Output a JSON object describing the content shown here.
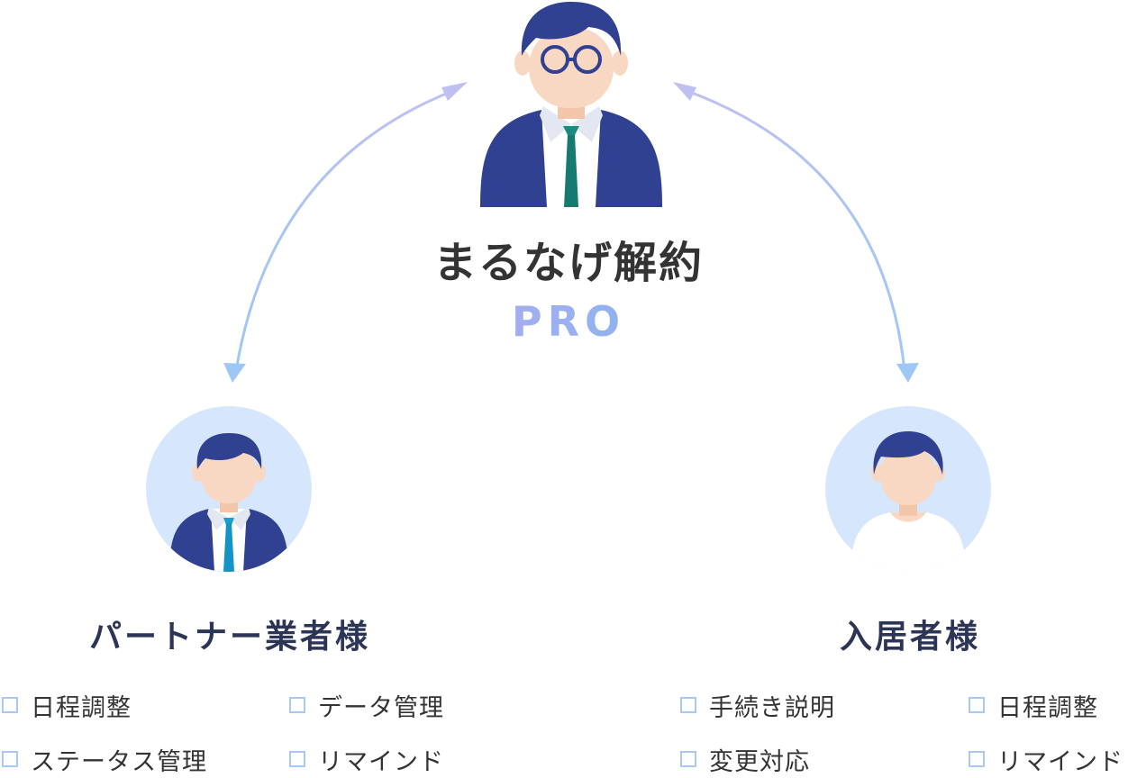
{
  "center": {
    "title": "まるなげ解約",
    "subtitle": "PRO"
  },
  "partner": {
    "title": "パートナー業者様",
    "tasks": [
      "日程調整",
      "データ管理",
      "ステータス管理",
      "リマインド"
    ]
  },
  "resident": {
    "title": "入居者様",
    "tasks": [
      "手続き説明",
      "日程調整",
      "変更対応",
      "リマインド"
    ]
  },
  "icons": {
    "center_person": "businessman-with-glasses-icon",
    "partner_person": "businessman-icon",
    "resident_person": "resident-person-icon",
    "checkbox": "checkbox-icon"
  },
  "colors": {
    "suit": "#304192",
    "hair": "#304192",
    "skin": "#f9d8c3",
    "avatar_bg": "#d5e6fd",
    "arrow_start": "#bfc0f1",
    "arrow_end": "#9fc7f6",
    "checkbox_border": "#a9c9f3",
    "subtitle_gradient_start": "#b3abee",
    "subtitle_gradient_end": "#80b6f1"
  }
}
